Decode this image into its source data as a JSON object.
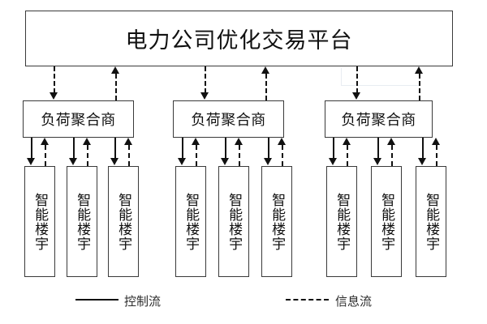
{
  "diagram": {
    "title": "电力公司优化交易平台",
    "platform": {
      "label": "电力公司优化交易平台"
    },
    "aggregators": [
      {
        "label": "负荷聚合商"
      },
      {
        "label": "负荷聚合商"
      },
      {
        "label": "负荷聚合商"
      }
    ],
    "buildings": [
      {
        "label": "智能楼宇"
      },
      {
        "label": "智能楼宇"
      },
      {
        "label": "智能楼宇"
      },
      {
        "label": "智能楼宇"
      },
      {
        "label": "智能楼宇"
      },
      {
        "label": "智能楼宇"
      },
      {
        "label": "智能楼宇"
      },
      {
        "label": "智能楼宇"
      },
      {
        "label": "智能楼宇"
      }
    ],
    "legend": [
      {
        "style": "solid",
        "label": "控制流"
      },
      {
        "style": "dashed",
        "label": "信息流"
      }
    ],
    "colors": {
      "line": "#111111",
      "box_border": "#3a3a3a",
      "background": "#ffffff",
      "artifact": "#e8ecf2"
    }
  }
}
